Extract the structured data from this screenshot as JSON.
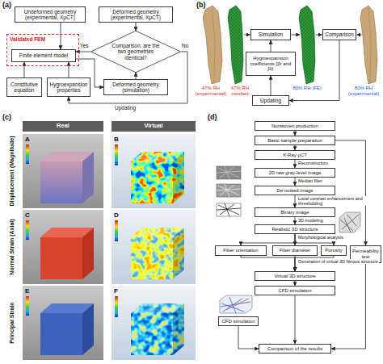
{
  "diagram": {
    "nodes": [
      {
        "text": [
          "Undeformed geometry (experimental, XμCT)"
        ]
      },
      {
        "text": [
          "Deformed geometry (experimental, XμCT)"
        ]
      },
      {
        "text": [
          "Validated FEM"
        ]
      },
      {
        "text": [
          "Finite element model"
        ],
        "in": 2
      },
      {
        "text": [
          "Comparison: are the two geometries identical?"
        ]
      },
      {
        "text": [
          "Deformed geometry (simulation)"
        ]
      },
      {
        "text": [
          "Constitutive equation"
        ]
      },
      {
        "text": [
          "Hygroexpansion properties"
        ]
      },
      {
        "text": [
          "Simulation"
        ]
      },
      {
        "text": [
          "Comparison"
        ]
      },
      {
        "text": [
          "Hygroexpansion coefficients (βr and βt)"
        ]
      },
      {
        "text": [
          "Updating"
        ]
      },
      {
        "text": [
          "Real"
        ]
      },
      {
        "text": [
          "Virtual"
        ]
      },
      {
        "text": [
          "Nonwoven production"
        ]
      },
      {
        "text": [
          "Basic sample preparation"
        ]
      },
      {
        "text": [
          "X-Ray μCT"
        ]
      },
      {
        "text": [
          "2D raw gray-level image"
        ]
      },
      {
        "text": [
          "De-noised image"
        ]
      },
      {
        "text": [
          "Binary image"
        ]
      },
      {
        "text": [
          "Realistic 3D structure"
        ]
      },
      {
        "text": [
          "Fiber orientation"
        ]
      },
      {
        "text": [
          "Fiber diameter"
        ]
      },
      {
        "text": [
          "Porosity"
        ]
      },
      {
        "text": [
          "Permeability test"
        ]
      },
      {
        "text": [
          "Virtual 3D structure"
        ]
      },
      {
        "text": [
          "CFD simulation"
        ]
      },
      {
        "text": [
          "CFD simulation"
        ]
      },
      {
        "text": [
          "Comparison of the results"
        ]
      }
    ],
    "edges": [
      {
        "from": 0,
        "to": 3,
        "arrow": "to"
      },
      {
        "from": 1,
        "to": 4,
        "arrow": "to"
      },
      {
        "from": 4,
        "to": 3,
        "label": "Yes",
        "arrow": "to"
      },
      {
        "from": 3,
        "to": 5,
        "arrow": "to"
      },
      {
        "from": 5,
        "to": 4,
        "arrow": "to"
      },
      {
        "from": 6,
        "to": 3,
        "arrow": "to"
      },
      {
        "from": 7,
        "to": 3,
        "arrow": "to"
      },
      {
        "from": 4,
        "to": 7,
        "label": "No",
        "arrow": "to"
      },
      {
        "from": 10,
        "to": 8,
        "arrow": "to"
      },
      {
        "from": 11,
        "to": 10,
        "arrow": "to"
      },
      {
        "from": 9,
        "to": 11,
        "arrow": "to"
      },
      {
        "from": 14,
        "to": 15,
        "arrow": "to"
      },
      {
        "from": 15,
        "to": 16,
        "arrow": "to"
      },
      {
        "from": 16,
        "to": 17,
        "label": "Reconstruction",
        "arrow": "to"
      },
      {
        "from": 17,
        "to": 18,
        "label": "Median filter",
        "arrow": "to"
      },
      {
        "from": 18,
        "to": 19,
        "label": "Local contrast enhancement and thresholding",
        "arrow": "to"
      },
      {
        "from": 19,
        "to": 20,
        "label": "3D modeling",
        "arrow": "to"
      },
      {
        "from": 20,
        "to": 21,
        "arrow": "to"
      },
      {
        "from": 20,
        "to": 22,
        "label": "Morphological analysis",
        "arrow": "to"
      },
      {
        "from": 20,
        "to": 23,
        "arrow": "to"
      },
      {
        "from": 21,
        "to": 25,
        "arrow": "to"
      },
      {
        "from": 22,
        "to": 25,
        "label": "Generation of virtual 3D fibrous structure",
        "arrow": "to"
      },
      {
        "from": 23,
        "to": 25,
        "arrow": "to"
      },
      {
        "from": 25,
        "to": 26,
        "arrow": "to"
      },
      {
        "from": 26,
        "to": 28,
        "arrow": "to"
      },
      {
        "from": 27,
        "to": 28,
        "arrow": "to"
      },
      {
        "from": 15,
        "to": 24,
        "arrow": "to"
      },
      {
        "from": 24,
        "to": 28,
        "arrow": "to"
      }
    ],
    "labels": [
      "(a)",
      "Updating",
      "(b)",
      "47% RH (experimental)",
      "47% RH meshed",
      "80% RH (FE)",
      "80% RH (experimental)",
      "(c)",
      "Displacement (Magnitude)",
      "Normal Strain (Axial)",
      "Principal Strain",
      "A",
      "B",
      "C",
      "D",
      "E",
      "F",
      "(d)"
    ]
  }
}
